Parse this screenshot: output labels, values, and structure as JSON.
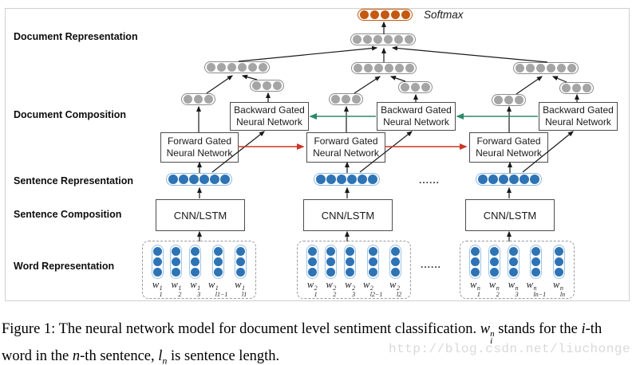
{
  "side_labels": [
    "Document Representation",
    "Document Composition",
    "Sentence Representation",
    "Sentence Composition",
    "Word Representation"
  ],
  "softmax_label": "Softmax",
  "boxes": {
    "forward_line1": "Forward Gated",
    "forward_line2": "Neural Network",
    "backward_line1": "Backward Gated",
    "backward_line2": "Neural Network",
    "cnn": "CNN/LSTM"
  },
  "dots": "......",
  "colors": {
    "orange": "#C45911",
    "blue": "#2E74B5",
    "blue_capsule_border": "#8FB9DE",
    "gray": "#A5A5A5",
    "gray_capsule_border": "#8C8C8C",
    "red_arrow": "#CC3627",
    "green_arrow": "#2B8A68",
    "black_arrow": "#1A1A1A"
  },
  "capsules": {
    "output": {
      "count": 5,
      "fill": "#C45911",
      "border": "#C45911",
      "size": 11,
      "gap": 2
    },
    "agg": {
      "count": 6,
      "fill": "#A5A5A5",
      "border": "#8C8C8C",
      "size": 11,
      "gap": 2
    },
    "docvec": {
      "count": 6,
      "fill": "#A5A5A5",
      "border": "#8C8C8C",
      "size": 11,
      "gap": 2
    },
    "half": {
      "count": 3,
      "fill": "#A5A5A5",
      "border": "#8C8C8C",
      "size": 11,
      "gap": 2
    },
    "sentence": {
      "count": 6,
      "fill": "#2E74B5",
      "border": "#8FB9DE",
      "size": 12,
      "gap": 1
    },
    "wordvec": {
      "count": 3,
      "fill": "#2E74B5",
      "border": "#9CC3E5",
      "size": 11,
      "gap": 2,
      "vertical": true
    }
  },
  "word_boxes": [
    {
      "words": [
        {
          "base": "w",
          "sup": "1",
          "sub": "1"
        },
        {
          "base": "w",
          "sup": "1",
          "sub": "2"
        },
        {
          "base": "w",
          "sup": "1",
          "sub": "3"
        },
        {
          "base": "w",
          "sup": "1",
          "sub": "l1−1"
        },
        {
          "base": "w",
          "sup": "1",
          "sub": "l1"
        }
      ]
    },
    {
      "words": [
        {
          "base": "w",
          "sup": "2",
          "sub": "1"
        },
        {
          "base": "w",
          "sup": "2",
          "sub": "2"
        },
        {
          "base": "w",
          "sup": "2",
          "sub": "3"
        },
        {
          "base": "w",
          "sup": "2",
          "sub": "l2−1"
        },
        {
          "base": "w",
          "sup": "2",
          "sub": "l2"
        }
      ]
    },
    {
      "words": [
        {
          "base": "w",
          "sup": "n",
          "sub": "1"
        },
        {
          "base": "w",
          "sup": "n",
          "sub": "2"
        },
        {
          "base": "w",
          "sup": "n",
          "sub": "3"
        },
        {
          "base": "w",
          "sup": "n",
          "sub": "ln−1"
        },
        {
          "base": "w",
          "sup": "n",
          "sub": "ln"
        }
      ]
    }
  ],
  "caption": {
    "lines": [
      [
        {
          "text": "Figure 1: The neural network model for document level sentiment classification. "
        },
        {
          "text": "w",
          "italic": true,
          "sup": "n",
          "sub": "i"
        },
        {
          "text": " stands for the "
        },
        {
          "text": "i",
          "italic": true
        },
        {
          "text": "-th"
        }
      ],
      [
        {
          "text": "word in the "
        },
        {
          "text": "n",
          "italic": true
        },
        {
          "text": "-th sentence, "
        },
        {
          "text": "l",
          "italic": true,
          "sub": "n"
        },
        {
          "text": " is sentence length."
        }
      ]
    ]
  },
  "watermark": "http://blog.csdn.net/liuchonge"
}
